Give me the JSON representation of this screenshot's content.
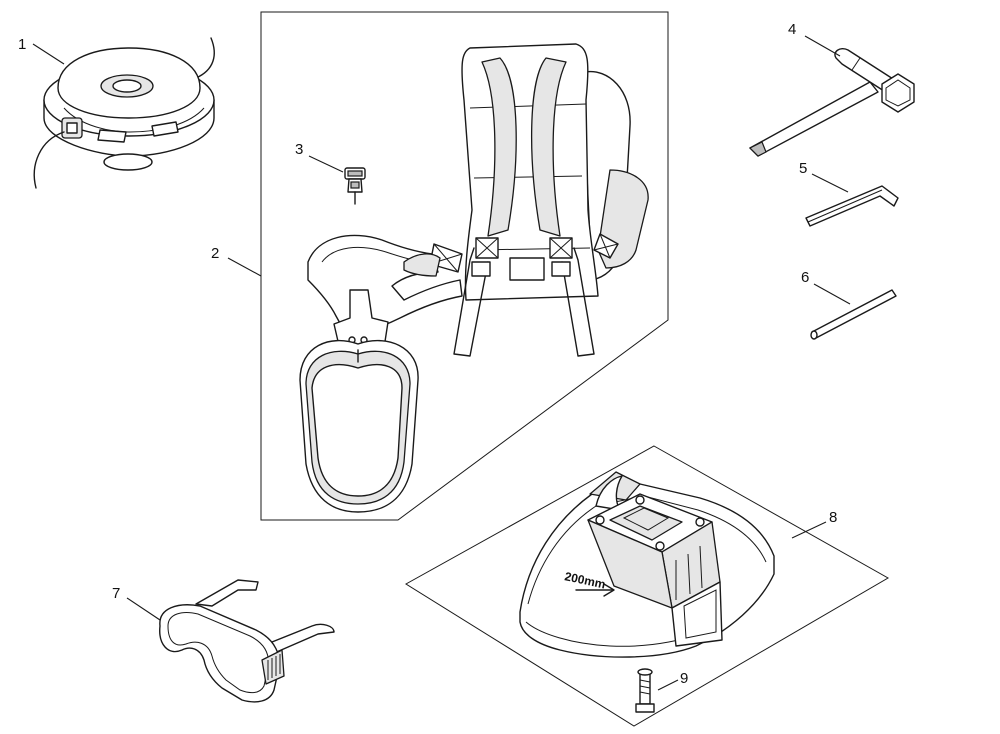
{
  "callouts": [
    {
      "id": "1",
      "label": "1"
    },
    {
      "id": "2",
      "label": "2"
    },
    {
      "id": "3",
      "label": "3"
    },
    {
      "id": "4",
      "label": "4"
    },
    {
      "id": "5",
      "label": "5"
    },
    {
      "id": "6",
      "label": "6"
    },
    {
      "id": "7",
      "label": "7"
    },
    {
      "id": "8",
      "label": "8"
    },
    {
      "id": "9",
      "label": "9"
    }
  ],
  "guard_marking": "200mm"
}
